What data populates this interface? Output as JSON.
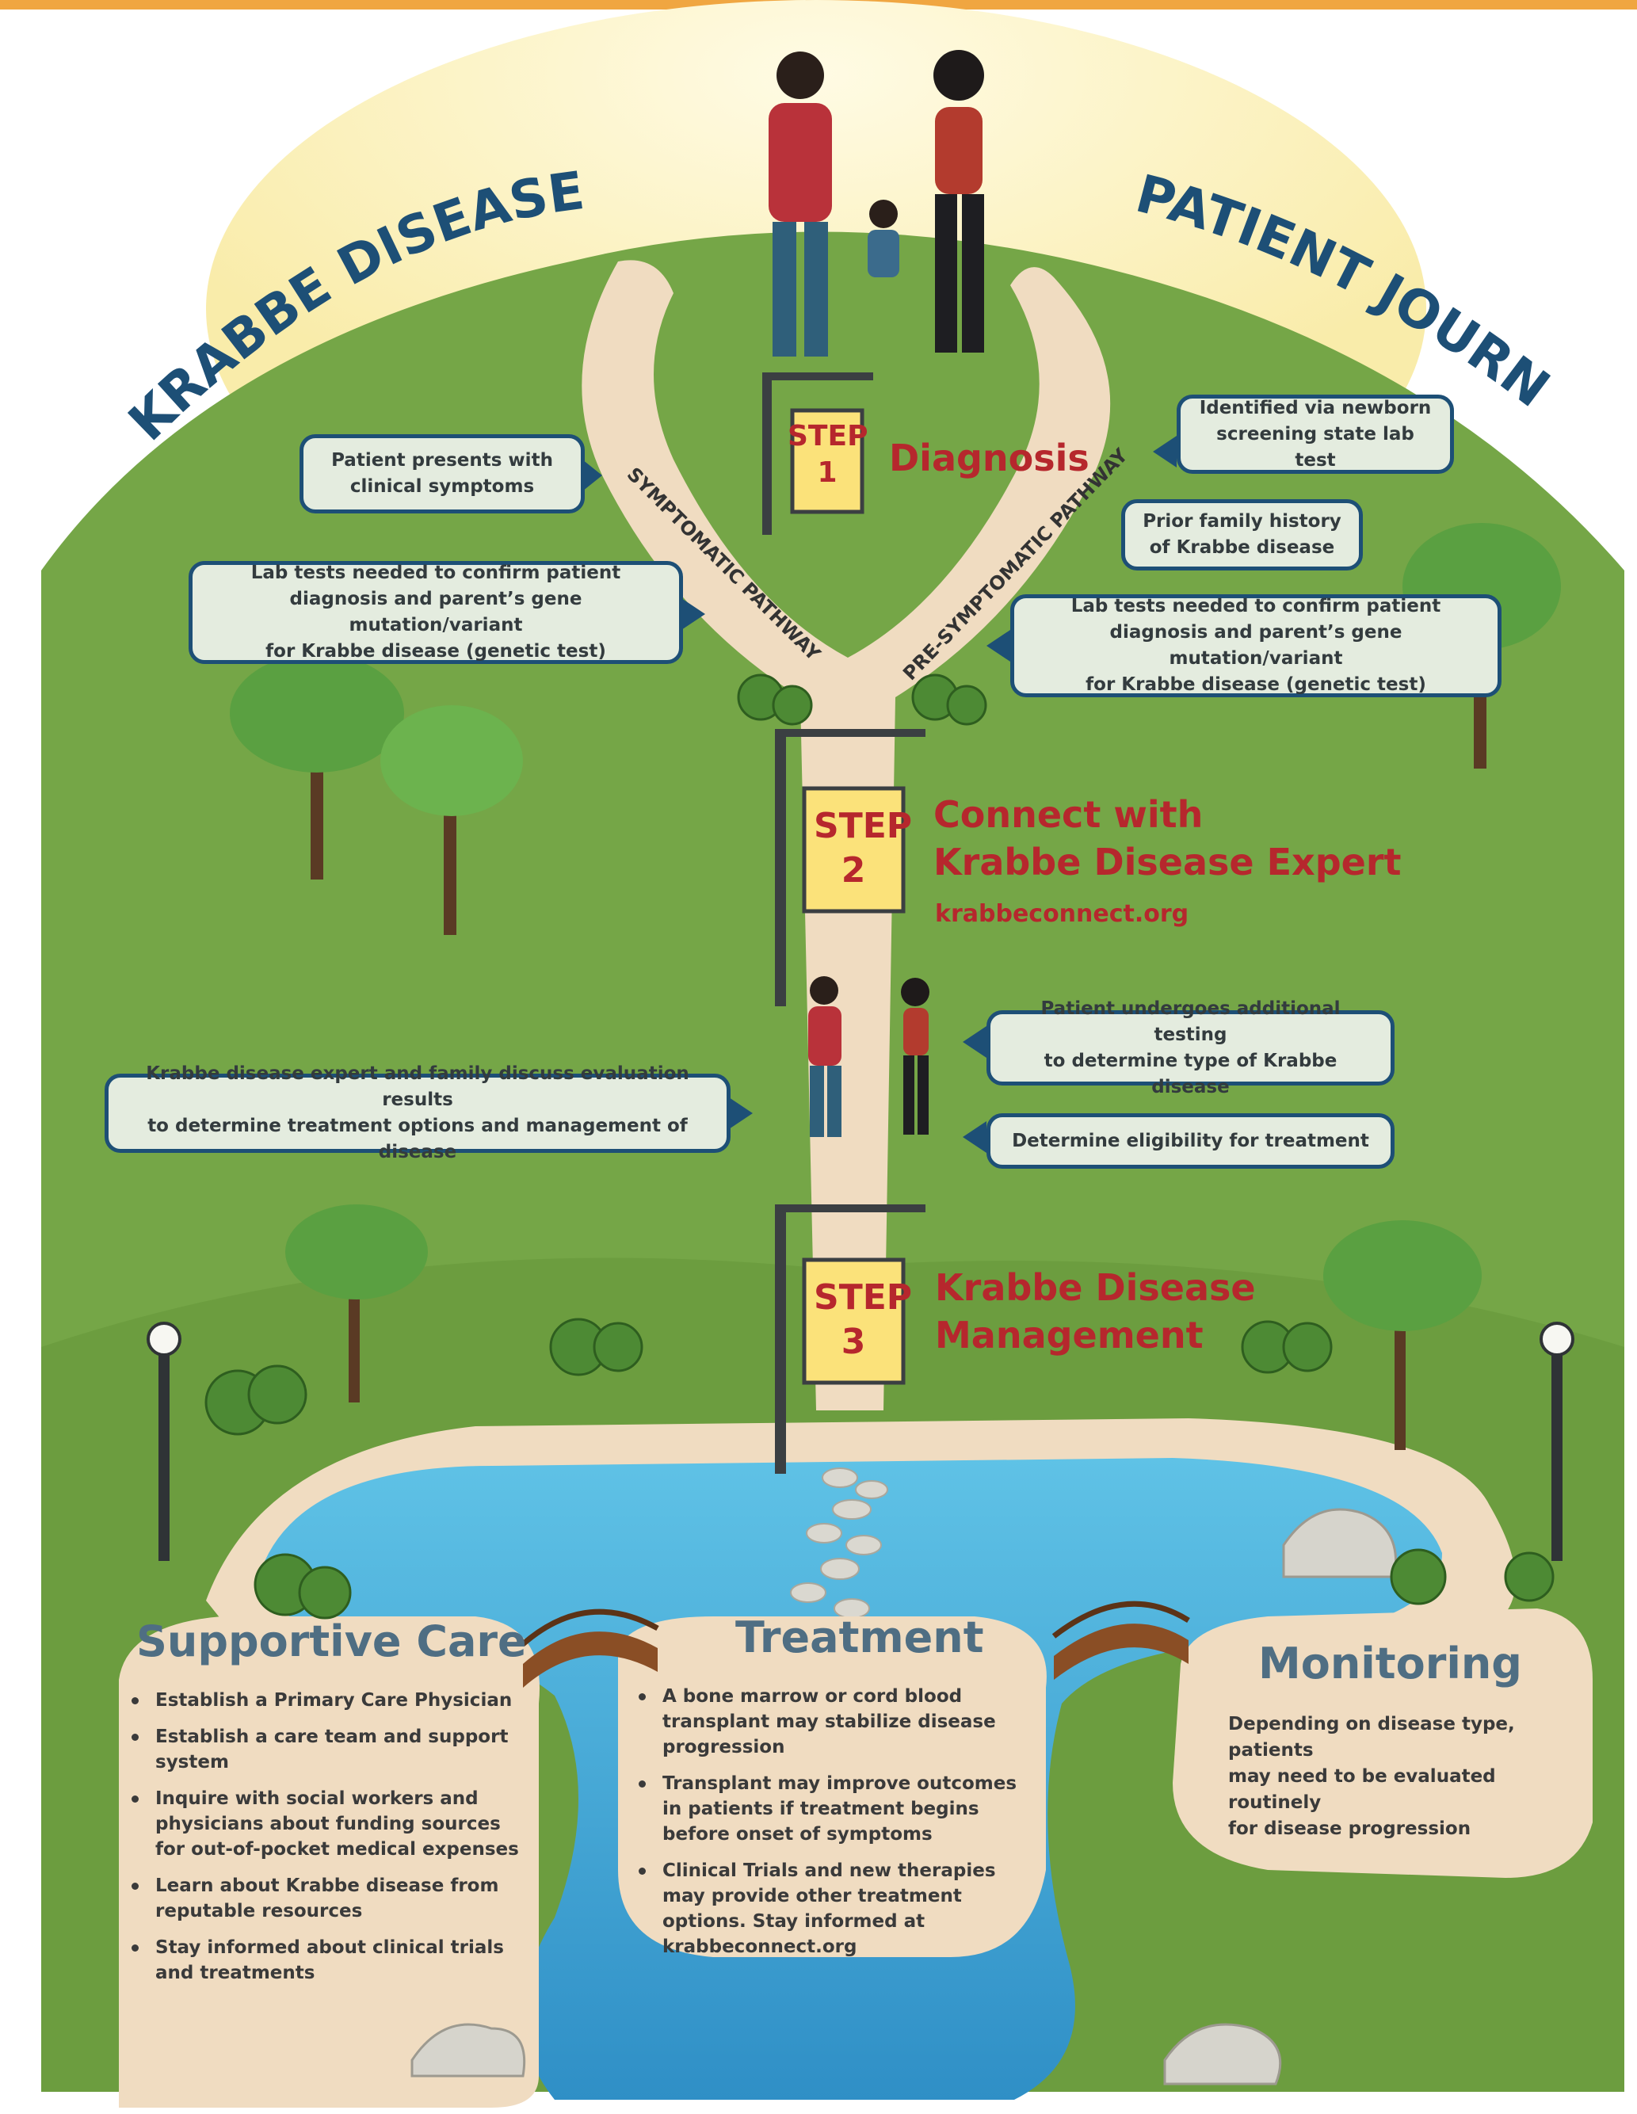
{
  "title": {
    "left": "KRABBE DISEASE",
    "right": "PATIENT JOURNEY"
  },
  "pathways": {
    "symptomatic": "SYMPTOMATIC PATHWAY",
    "presymptomatic": "PRE-SYMPTOMATIC PATHWAY"
  },
  "steps": [
    {
      "sign_word": "STEP",
      "sign_number": "1",
      "title": "Diagnosis"
    },
    {
      "sign_word": "STEP",
      "sign_number": "2",
      "title": "Connect with\nKrabbe Disease Expert",
      "url": "krabbeconnect.org"
    },
    {
      "sign_word": "STEP",
      "sign_number": "3",
      "title": "Krabbe Disease\nManagement"
    }
  ],
  "callouts": {
    "symptoms": "Patient presents with\nclinical symptoms",
    "lab_left": "Lab tests needed to confirm patient\ndiagnosis and parent’s gene mutation/variant\nfor Krabbe disease (genetic test)",
    "newborn": "Identified via newborn\nscreening state lab test",
    "family_history": "Prior family history\nof Krabbe disease",
    "lab_right": "Lab tests needed to confirm patient\ndiagnosis and parent’s gene mutation/variant\nfor Krabbe disease (genetic test)",
    "expert_discuss": "Krabbe disease expert and family discuss evaluation results\nto determine treatment options and management of disease",
    "additional_testing": "Patient undergoes additional testing\nto determine type of Krabbe disease",
    "eligibility": "Determine eligibility for treatment"
  },
  "supportive_care": {
    "heading": "Supportive Care",
    "items": [
      "Establish a Primary Care Physician",
      "Establish a care team and support system",
      "Inquire with social workers and physicians about funding sources for out-of-pocket medical expenses",
      "Learn about Krabbe disease from reputable resources",
      "Stay informed about clinical trials and treatments"
    ]
  },
  "treatment": {
    "heading": "Treatment",
    "items": [
      "A bone marrow or cord blood transplant may stabilize disease progression",
      "Transplant may improve outcomes in patients if treatment begins before onset of symptoms",
      "Clinical Trials and new therapies may provide other treatment options. Stay informed at krabbeconnect.org"
    ]
  },
  "monitoring": {
    "heading": "Monitoring",
    "text": "Depending on disease type, patients\nmay need to be evaluated routinely\nfor disease progression"
  },
  "colors": {
    "frame": "#f0a641",
    "sky": "#fdf6cf",
    "hill": "#75a647",
    "path": "#f0dcc1",
    "water": "#3ea3d4",
    "callout_border": "#1d4f76",
    "step_red": "#b6272d",
    "sign_yellow": "#fbe27a",
    "heading_blue": "#4f6e83",
    "title_blue": "#1d4f76"
  }
}
